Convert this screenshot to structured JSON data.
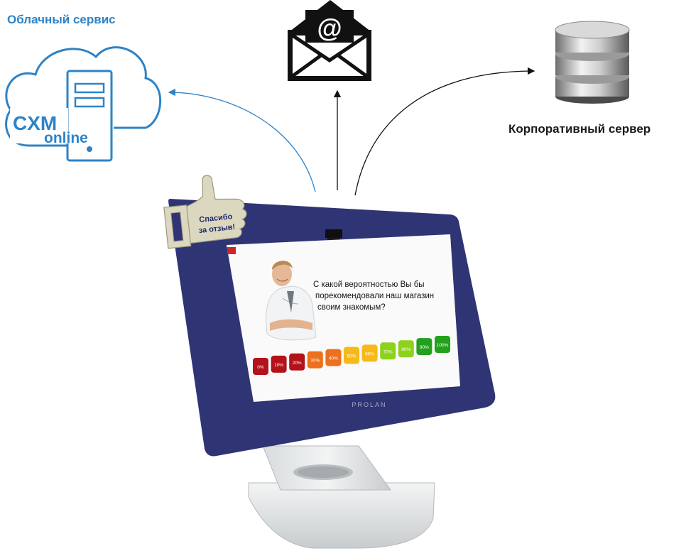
{
  "cloud": {
    "label": "Облачный сервис",
    "logo_line1": "CXM",
    "logo_line2": "online",
    "color": "#2e83c7"
  },
  "server": {
    "label": "Корпоративный сервер",
    "icon": "database-server-icon"
  },
  "email": {
    "icon": "email-envelope-icon",
    "symbol": "@"
  },
  "sticker": {
    "text_line1": "Спасибо",
    "text_line2": "за отзыв!"
  },
  "kiosk": {
    "brand": "PROLAN",
    "frame_color": "#2f3474",
    "survey": {
      "question_line1": "С какой вероятностью Вы бы",
      "question_line2": "порекомендовали наш магазин",
      "question_line3": "своим знакомым?",
      "options": [
        "0%",
        "10%",
        "20%",
        "30%",
        "40%",
        "50%",
        "60%",
        "70%",
        "80%",
        "90%",
        "100%"
      ],
      "option_colors": [
        "#b3121a",
        "#b3121a",
        "#b3121a",
        "#ee6f1c",
        "#ee6f1c",
        "#f6b91b",
        "#f6b91b",
        "#8ed21c",
        "#8ed21c",
        "#23a11c",
        "#23a11c"
      ]
    }
  }
}
